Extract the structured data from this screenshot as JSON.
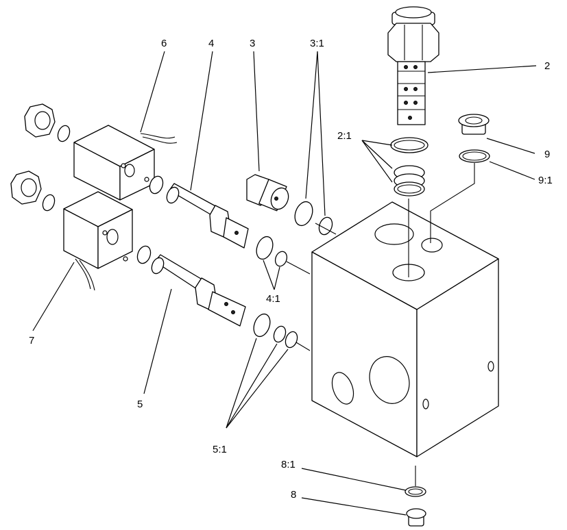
{
  "callouts": {
    "c2": "2",
    "c2_1": "2:1",
    "c3": "3",
    "c3_1": "3:1",
    "c4": "4",
    "c4_1": "4:1",
    "c5": "5",
    "c5_1": "5:1",
    "c6": "6",
    "c7": "7",
    "c8": "8",
    "c8_1": "8:1",
    "c9": "9",
    "c9_1": "9:1"
  }
}
